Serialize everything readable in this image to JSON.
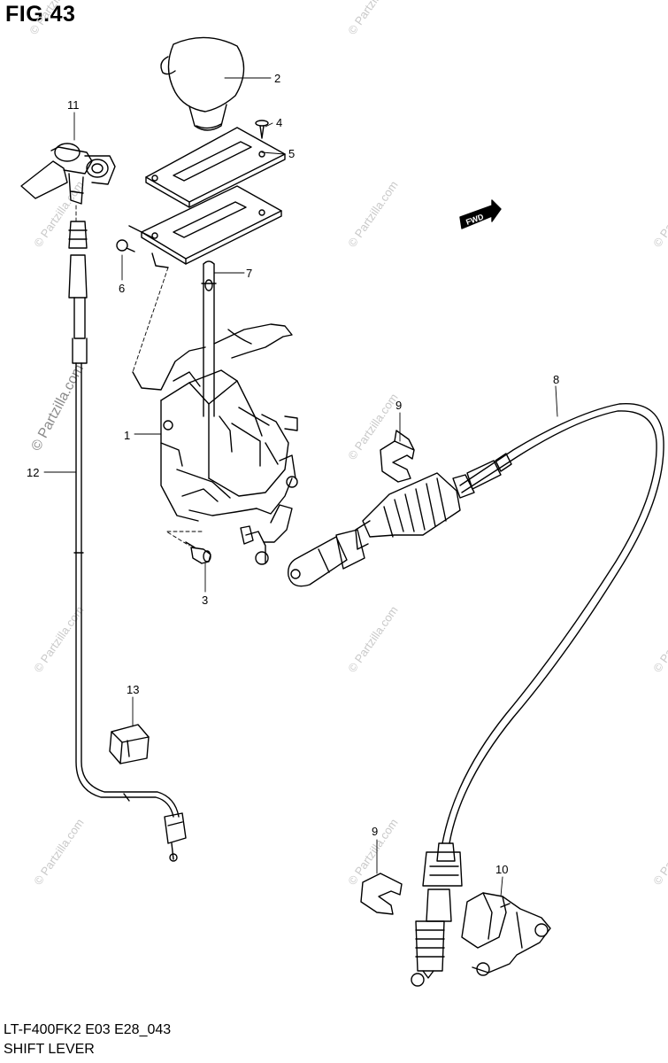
{
  "figure": {
    "title": "FIG.43",
    "model_code": "LT-F400FK2 E03 E28_043",
    "section_name": "SHIFT LEVER"
  },
  "callouts": [
    "1",
    "2",
    "3",
    "4",
    "5",
    "6",
    "7",
    "8",
    "9",
    "9",
    "10",
    "11",
    "12",
    "13"
  ],
  "fwd_label": "FWD",
  "watermark": "© Partzilla.com",
  "colors": {
    "line": "#000000",
    "background": "#ffffff",
    "watermark": "#c9c9c9"
  }
}
